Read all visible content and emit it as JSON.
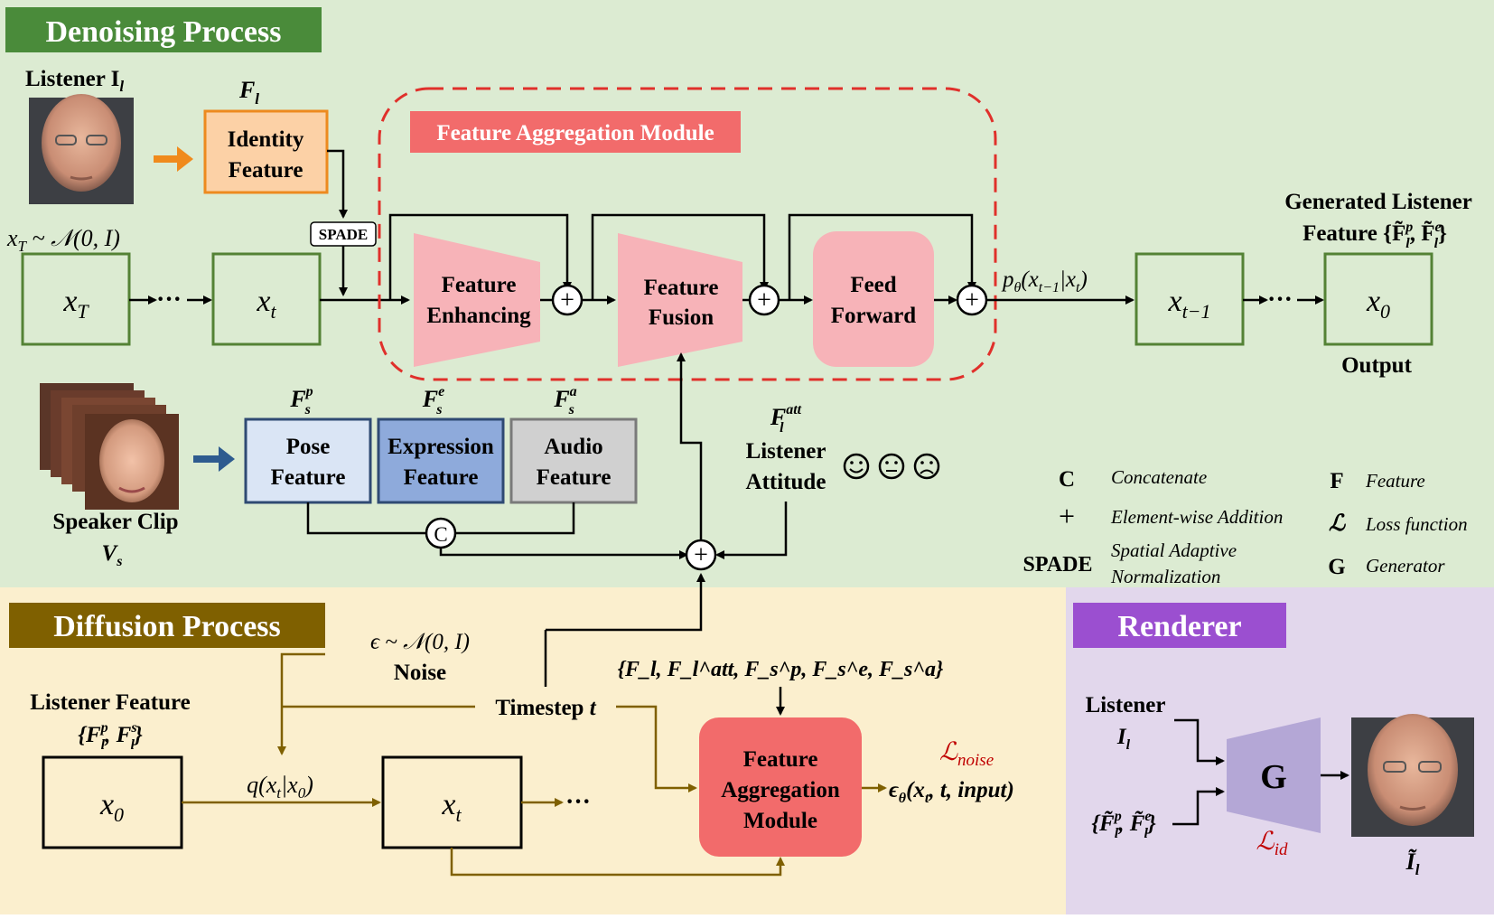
{
  "colors": {
    "denoise_bg": "#dcebd2",
    "diffusion_bg": "#fbefce",
    "renderer_bg": "#e2d7ec",
    "green_title": "#4a8b3a",
    "brown_title": "#7f6000",
    "purple_title": "#9b4fd0",
    "fam_label": "#f26b6b",
    "box_green": "#548235",
    "identity_fill": "#fcd1a6",
    "identity_stroke": "#ed8a1f",
    "pose_fill": "#dae5f5",
    "expression_fill": "#8eaadb",
    "audio_fill": "#d0d0d0",
    "pink": "#f7b3b8",
    "fam_fill": "#f26b6b",
    "olive_arrow": "#7f6000",
    "loss_red": "#c00000",
    "G_fill": "#b4a7d6"
  },
  "sections": {
    "denoising_title": "Denoising Process",
    "diffusion_title": "Diffusion Process",
    "renderer_title": "Renderer"
  },
  "icons": {
    "orange_arrow": "orange-right-arrow-icon",
    "blue_arrow": "blue-right-arrow-icon",
    "happy": "smiling-face-icon",
    "neutral": "neutral-face-icon",
    "sad": "frowning-face-icon"
  },
  "denoise": {
    "listener_label": "Listener I",
    "listener_sub": "l",
    "F_l_label": "F",
    "F_l_sub": "l",
    "identity_line1": "Identity",
    "identity_line2": "Feature",
    "spade": "SPADE",
    "xT_dist": "x",
    "xT_dist_sub": "T",
    "xT_dist_rest": " ~ 𝒩(0, I)",
    "xT_box": "x",
    "xT_box_sub": "T",
    "dots": "···",
    "xt_box": "x",
    "xt_box_sub": "t",
    "fam_title": "Feature Aggregation Module",
    "enh_line1": "Feature",
    "enh_line2": "Enhancing",
    "fus_line1": "Feature",
    "fus_line2": "Fusion",
    "ff_line1": "Feed",
    "ff_line2": "Forward",
    "plus": "+",
    "p_theta": "p",
    "p_theta_sub": "θ",
    "p_theta_rest": "(x",
    "p_theta_rest_sub": "t−1",
    "p_theta_rest2": "|x",
    "p_theta_rest2_sub": "t",
    "p_theta_close": ")",
    "xt1_box": "x",
    "xt1_box_sub": "t−1",
    "x0_box": "x",
    "x0_box_sub": "0",
    "gen_line1": "Generated Listener",
    "gen_line2": "Feature {F̃",
    "gen_line2_sup": "p",
    "gen_line2_sub": "l",
    "gen_line2_mid": ", F̃",
    "gen_line2_sup2": "e",
    "gen_line2_sub2": "l",
    "gen_line2_end": "}",
    "output": "Output",
    "speaker_line1": "Speaker Clip",
    "speaker_line2": "V",
    "speaker_line2_sub": "s",
    "F_s": "F",
    "F_s_sub": "s",
    "Fp_sup": "p",
    "Fe_sup": "e",
    "Fa_sup": "a",
    "pose_line1": "Pose",
    "pose_line2": "Feature",
    "expr_line1": "Expression",
    "expr_line2": "Feature",
    "audio_line1": "Audio",
    "audio_line2": "Feature",
    "concat": "C",
    "F_att": "F",
    "F_att_sup": "att",
    "F_att_sub": "l",
    "att_line1": "Listener",
    "att_line2": "Attitude",
    "emoji_happy": "☺",
    "emoji_neutral": "😐",
    "emoji_sad": "☹"
  },
  "legend": [
    {
      "sym": "C",
      "text": "Concatenate"
    },
    {
      "sym": "+",
      "text": "Element-wise Addition"
    },
    {
      "sym": "SPADE",
      "text": "Spatial Adaptive",
      "text2": "Normalization"
    },
    {
      "sym": "F",
      "text": "Feature"
    },
    {
      "sym": "ℒ",
      "text": "Loss function"
    },
    {
      "sym": "G",
      "text": "Generator"
    }
  ],
  "diffusion": {
    "noise_formula": "ϵ ~ 𝒩(0, I)",
    "noise_label": "Noise",
    "timestep": "Timestep ",
    "timestep_t": "t",
    "lf_line1": "Listener Feature",
    "lf_line2_open": "{F",
    "lf_line2_sup": "p",
    "lf_line2_sub": "l",
    "lf_line2_mid": ", F",
    "lf_line2_sup2": "s",
    "lf_line2_sub2": "l",
    "lf_line2_close": "}",
    "x0_box": "x",
    "x0_box_sub": "0",
    "q": "q(x",
    "q_sub": "t",
    "q_mid": "|x",
    "q_sub2": "0",
    "q_close": ")",
    "xt_box": "x",
    "xt_box_sub": "t",
    "dots": "···",
    "inputs_set": "{F_l, F_l^att, F_s^p, F_s^e, F_s^a}",
    "fam_line1": "Feature",
    "fam_line2": "Aggregation",
    "fam_line3": "Module",
    "loss": "ℒ",
    "loss_sub": "noise",
    "eps": "ϵ",
    "eps_sub": "θ",
    "eps_rest": "(x",
    "eps_rest_sub": "t",
    "eps_rest2": ", t, input)"
  },
  "renderer": {
    "listener_line1": "Listener",
    "listener_line2": "I",
    "listener_line2_sub": "l",
    "feat_open": "{F̃",
    "feat_sup": "p",
    "feat_sub": "l",
    "feat_mid": ", F̃",
    "feat_sup2": "e",
    "feat_sub2": "l",
    "feat_close": "}",
    "G": "G",
    "loss": "ℒ",
    "loss_sub": "id",
    "out": "Ĩ",
    "out_sub": "l"
  }
}
